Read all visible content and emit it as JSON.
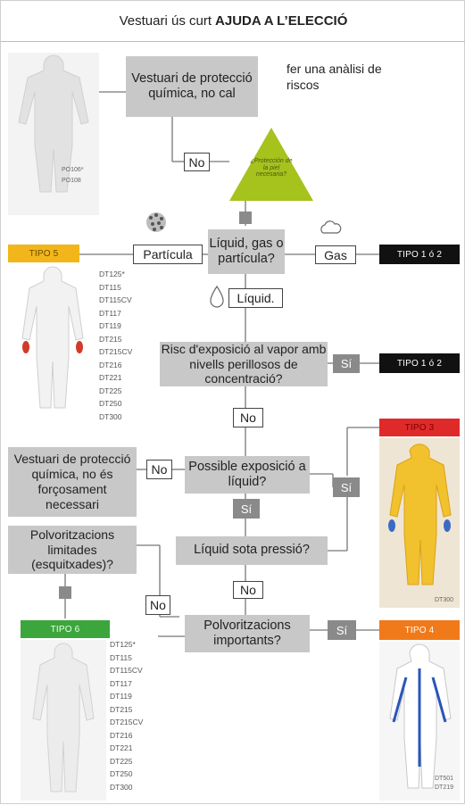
{
  "header": {
    "title_plain": "Vestuari ús curt",
    "title_bold": "AJUDA A L’ELECCIÓ"
  },
  "nodes": {
    "not_needed": "Vestuari de protecció química, no cal",
    "risk_note": "fer una anàlisi de riscos",
    "triangle_question": "¿Protección de la piel necesaria?",
    "state_question": "Líquid, gas o partícula?",
    "vapor_question": "Risc d'exposició al vapor amb nivells perillosos de concentració?",
    "liquid_exposure": "Possible exposició a líquid?",
    "not_necessary": "Vestuari de protecció química, no és forçosament necessari",
    "pressure_question": "Líquid sota pressió?",
    "limited_sprays": "Polvoritzacions limitades (esquitxades)?",
    "important_sprays": "Polvoritzacions importants?"
  },
  "labels": {
    "no_top": "No",
    "particula": "Partícula",
    "gas": "Gas",
    "liquid": "Líquid.",
    "si_vapor": "Sí",
    "no_vapor": "No",
    "no_exposure": "No",
    "si_exposure": "Sí",
    "si_right": "Sí",
    "no_pressure": "No",
    "no_left": "No",
    "si_sprays": "Sí"
  },
  "banners": {
    "tipo5": "TIPO 5",
    "tipo12_a": "TIPO 1 ó 2",
    "tipo12_b": "TIPO 1 ó 2",
    "tipo3": "TIPO 3",
    "tipo6": "TIPO 6",
    "tipo4": "TIPO 4"
  },
  "codes": {
    "top_left": [
      "PO106*",
      "PO108"
    ],
    "tipo5": [
      "DT125*",
      "DT115",
      "DT115CV",
      "DT117",
      "DT119",
      "DT215",
      "DT215CV",
      "DT216",
      "DT221",
      "DT225",
      "DT250",
      "DT300"
    ],
    "tipo6": [
      "DT125*",
      "DT115",
      "DT115CV",
      "DT117",
      "DT119",
      "DT215",
      "DT215CV",
      "DT216",
      "DT221",
      "DT225",
      "DT250",
      "DT300"
    ],
    "tipo3": "DT300",
    "tipo4": [
      "DT501",
      "DT219"
    ]
  },
  "colors": {
    "box_gray": "#c8c8c8",
    "triangle": "#a6c21c",
    "tipo5": "#f2b61a",
    "tipo3": "#e02a2a",
    "tipo6": "#3ca63c",
    "tipo4": "#f07a1a",
    "tipo12": "#111111"
  },
  "icons": [
    "particle-icon",
    "gas-cloud-icon",
    "liquid-drop-icon",
    "coverall-suit-icon"
  ]
}
